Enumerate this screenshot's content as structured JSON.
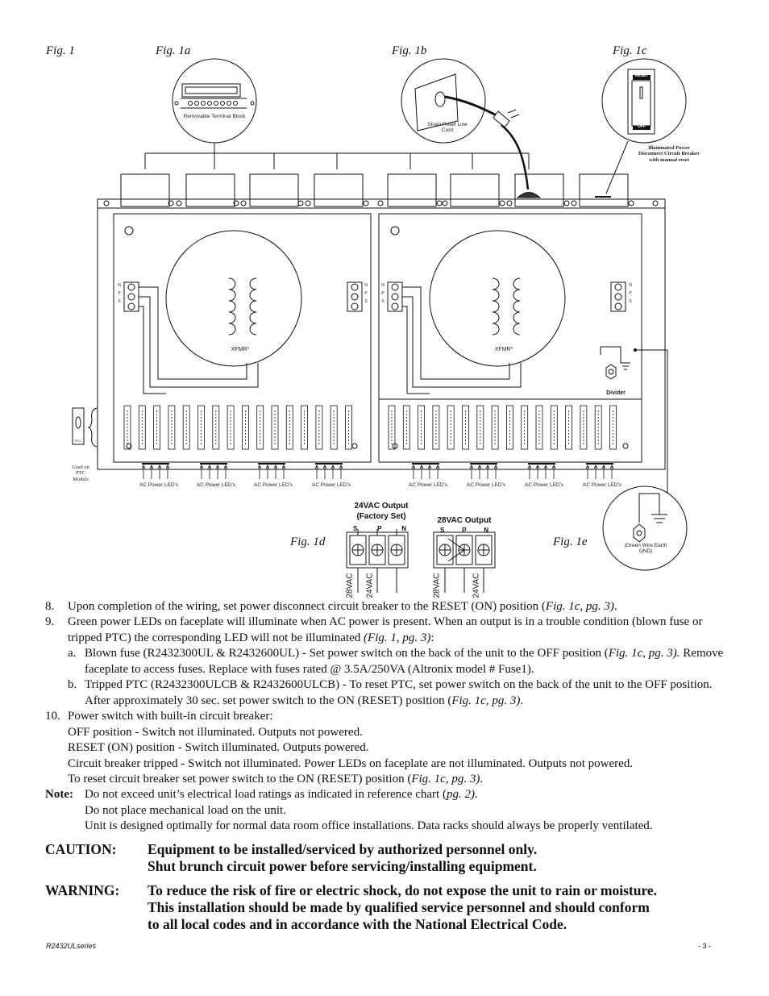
{
  "figures": {
    "fig1": "Fig. 1",
    "fig1a": "Fig. 1a",
    "fig1b": "Fig. 1b",
    "fig1c": "Fig. 1c",
    "fig1d": "Fig. 1d",
    "fig1e": "Fig. 1e"
  },
  "diagram": {
    "terminal_block": "Removable Terminal Block",
    "strain_relief": "Strain Relief Line Cord",
    "reset": "RESET",
    "off": "OFF",
    "breaker_note": "Illuminated Power Disconnect Circuit Breaker with manual reset",
    "xfmr": "XFMR*",
    "divider": "Divider",
    "led_label": "AC Power LED's",
    "ptc_note": "Used on PTC Models",
    "ptc": "PTC",
    "spn_left": [
      "N",
      "P",
      "S"
    ],
    "spn_right": [
      "S",
      "P",
      "N"
    ],
    "fig1d_24_title": "24VAC Output (Factory Set)",
    "fig1d_28_title": "28VAC Output",
    "spn_heads": [
      "S",
      "P",
      "N"
    ],
    "v28": "28VAC",
    "v24": "24VAC",
    "earth_gnd": "(Green Wire Earth GND)"
  },
  "instructions": {
    "i8_num": "8.",
    "i8_text": "Upon completion of the wiring, set power disconnect circuit breaker to the RESET (ON) position (",
    "i8_ref": "Fig. 1c, pg. 3)",
    "i8_end": ".",
    "i9_num": "9.",
    "i9_text": "Green power LEDs on faceplate will illuminate when AC power is present. When an output is in a trouble condition (blown fuse or tripped PTC) the corresponding LED will not be illuminated ",
    "i9_ref": "(Fig. 1, pg. 3)",
    "i9_end": ":",
    "ia_letter": "a.",
    "ia_text": "Blown fuse (R2432300UL & R2432600UL) - Set power switch on the back of the unit to the OFF position (",
    "ia_ref": "Fig. 1c, pg. 3).",
    "ia_end": " Remove faceplate to access fuses. Replace with fuses rated @ 3.5A/250VA (Altronix model # Fuse1).",
    "ib_letter": "b.",
    "ib_text": "Tripped PTC (R2432300ULCB & R2432600ULCB) - To reset PTC, set power switch on the back of the unit to the OFF position. After approximately 30 sec. set power switch to the ON (RESET) position (",
    "ib_ref": "Fig. 1c, pg. 3)",
    "ib_end": ".",
    "i10_num": "10.",
    "i10_lines": [
      "Power switch with built-in circuit breaker:",
      "OFF position - Switch not illuminated. Outputs not powered.",
      "RESET (ON) position - Switch illuminated. Outputs powered.",
      "Circuit breaker tripped - Switch not illuminated. Power LEDs on faceplate are not illuminated. Outputs not powered."
    ],
    "i10_last": "To reset circuit breaker set power switch to the ON (RESET) position (",
    "i10_last_ref": "Fig. 1c, pg. 3)",
    "i10_last_end": ".",
    "note_label": "Note:",
    "note_1": "Do not exceed unit’s electrical load ratings as indicated in reference chart (",
    "note_1_ref": "pg. 2).",
    "note_2": "Do not  place mechanical load on the unit.",
    "note_3": "Unit is designed optimally for normal data room office installations. Data racks should always be properly ventilated."
  },
  "caution": {
    "label": "CAUTION:",
    "line1": "Equipment to be installed/serviced by authorized personnel only.",
    "line2": "Shut brunch circuit power before servicing/installing equipment."
  },
  "warning": {
    "label": "WARNING:",
    "line1": "To reduce the risk of fire or electric shock, do not expose the unit to rain or moisture.",
    "line2": "This installation should be made by qualified service personnel and should conform",
    "line3": "to all local codes and in accordance with the National Electrical Code."
  },
  "footer": {
    "model": "R2432ULseries",
    "page": "- 3 -"
  }
}
